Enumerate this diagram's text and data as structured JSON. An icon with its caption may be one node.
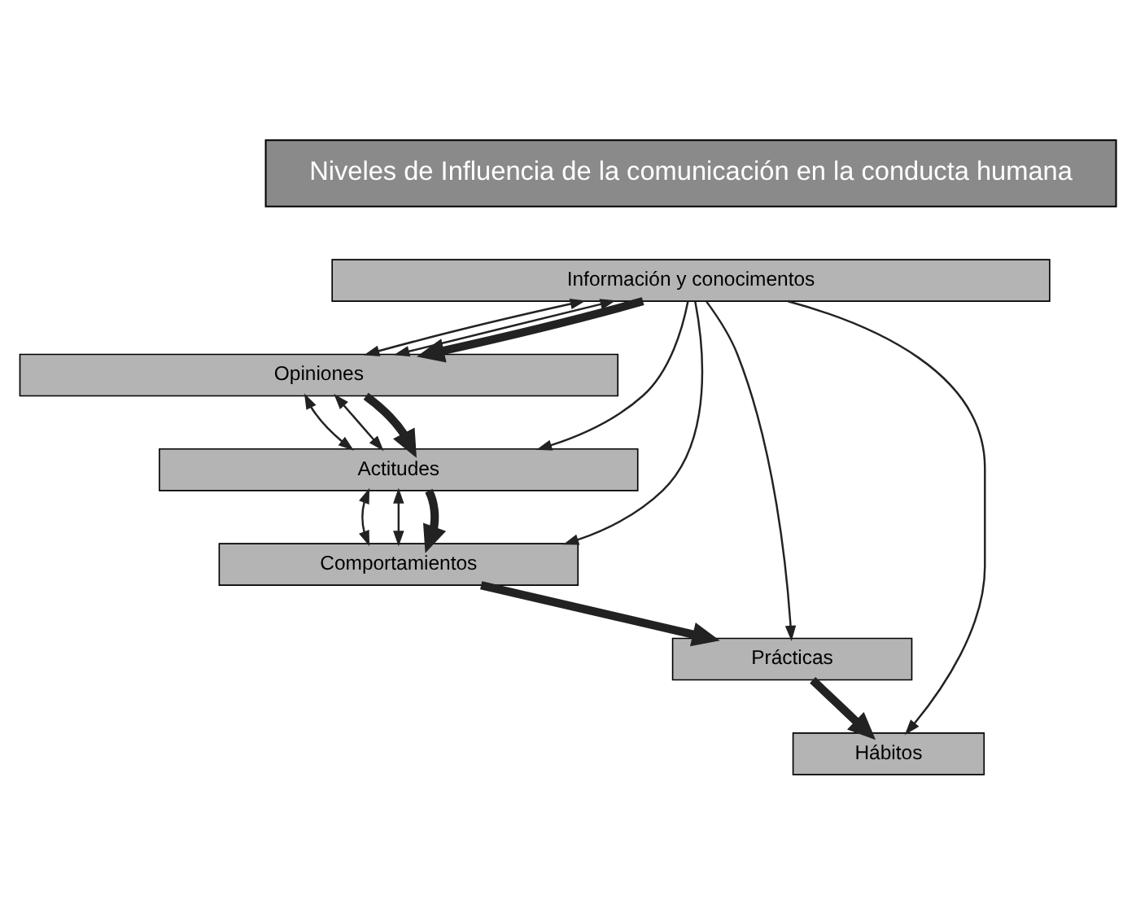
{
  "diagram": {
    "nodes": [
      {
        "text": [
          "Niveles de Influencia de la comunicación en la conducta humana"
        ]
      },
      {
        "text": [
          "Información y conocimentos"
        ]
      },
      {
        "text": [
          "Opiniones"
        ]
      },
      {
        "text": [
          "Actitudes"
        ]
      },
      {
        "text": [
          "Comportamientos"
        ]
      },
      {
        "text": [
          "Prácticas"
        ]
      },
      {
        "text": [
          "Hábitos"
        ]
      }
    ],
    "edges": [
      {
        "from": 1,
        "to": 2,
        "arrow": "both"
      },
      {
        "from": 1,
        "to": 2,
        "arrow": "both"
      },
      {
        "from": 2,
        "to": 3,
        "arrow": "both"
      },
      {
        "from": 2,
        "to": 3,
        "arrow": "both"
      },
      {
        "from": 3,
        "to": 4,
        "arrow": "both"
      },
      {
        "from": 3,
        "to": 4,
        "arrow": "both"
      },
      {
        "from": 1,
        "to": 2,
        "arrow": "to",
        "style": "thick"
      },
      {
        "from": 2,
        "to": 3,
        "arrow": "to",
        "style": "thick"
      },
      {
        "from": 3,
        "to": 4,
        "arrow": "to",
        "style": "thick"
      },
      {
        "from": 4,
        "to": 5,
        "arrow": "to",
        "style": "thick"
      },
      {
        "from": 5,
        "to": 6,
        "arrow": "to",
        "style": "thick"
      },
      {
        "from": 1,
        "to": 4,
        "arrow": "to"
      },
      {
        "from": 1,
        "to": 6,
        "arrow": "to"
      },
      {
        "from": 1,
        "to": 3,
        "arrow": "to"
      },
      {
        "from": 1,
        "to": 5,
        "arrow": "to"
      }
    ]
  }
}
